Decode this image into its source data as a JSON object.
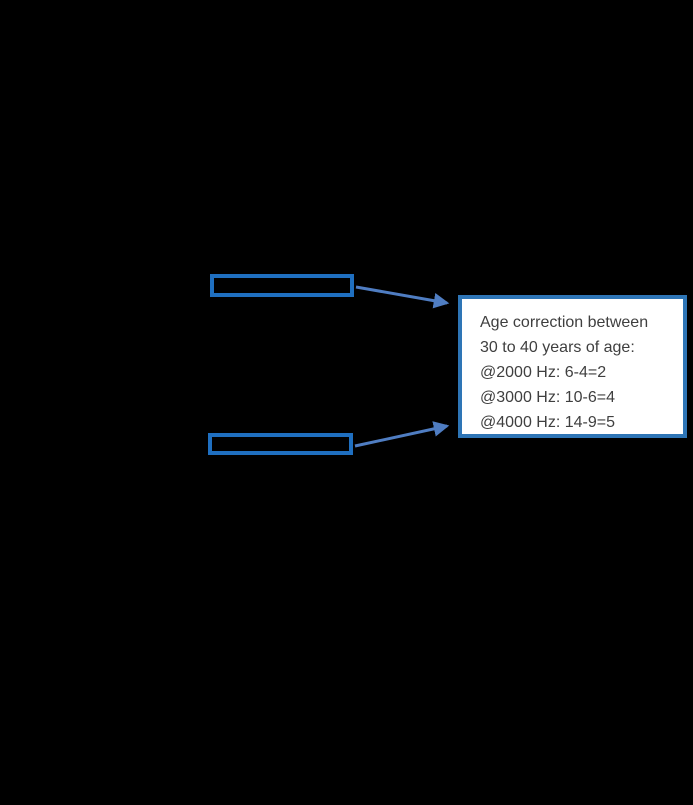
{
  "callout": {
    "lines": [
      "Age correction between",
      "30 to 40 years of age:",
      "@2000 Hz: 6-4=2",
      "@3000 Hz: 10-6=4",
      "@4000 Hz: 14-9=5"
    ]
  },
  "highlights": [
    {
      "name": "highlight-rect-top"
    },
    {
      "name": "highlight-rect-bottom"
    }
  ],
  "icons": {
    "connector_top": "arrow-right-connector",
    "connector_bottom": "arrow-right-connector"
  },
  "colors": {
    "background": "#000000",
    "highlight_border": "#1f6fc0",
    "callout_border": "#2e75b6",
    "callout_background": "#ffffff",
    "callout_text": "#3f3f3f",
    "connector": "#4f7dc2"
  }
}
